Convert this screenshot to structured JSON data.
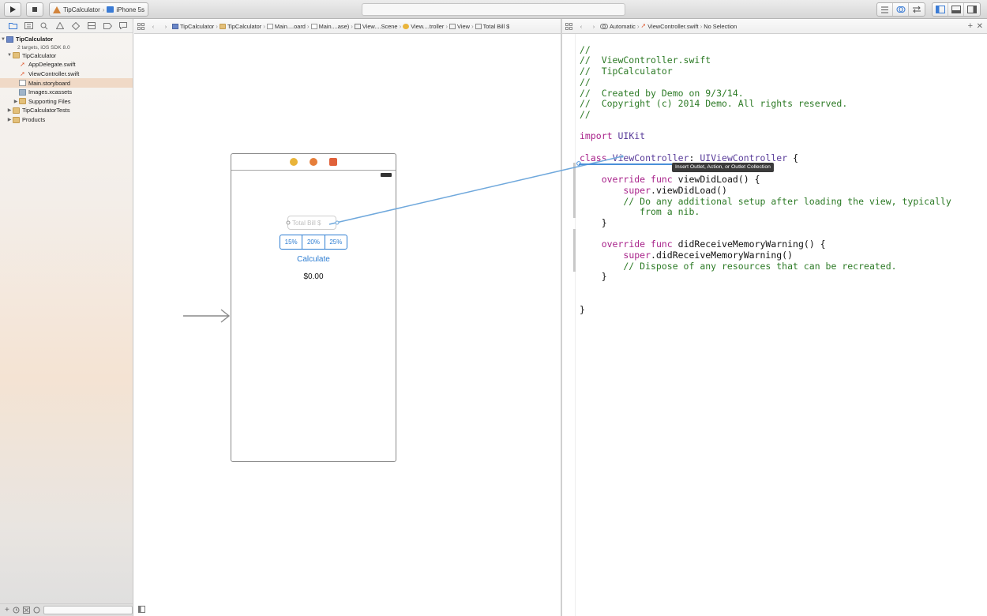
{
  "toolbar": {
    "scheme_app": "TipCalculator",
    "scheme_device": "iPhone 5s"
  },
  "navigator": {
    "project_name": "TipCalculator",
    "project_sub": "2 targets, iOS SDK 8.0",
    "items": [
      {
        "label": "TipCalculator"
      },
      {
        "label": "AppDelegate.swift"
      },
      {
        "label": "ViewController.swift"
      },
      {
        "label": "Main.storyboard"
      },
      {
        "label": "Images.xcassets"
      },
      {
        "label": "Supporting Files"
      },
      {
        "label": "TipCalculatorTests"
      },
      {
        "label": "Products"
      }
    ]
  },
  "jumpbar_left": {
    "crumbs": [
      "TipCalculator",
      "TipCalculator",
      "Main....oard",
      "Main....ase)",
      "View....Scene",
      "View....troller",
      "View",
      "Total Bill $"
    ]
  },
  "jumpbar_right": {
    "mode": "Automatic",
    "file": "ViewController.swift",
    "selection": "No Selection"
  },
  "phone": {
    "textfield_placeholder": "Total Bill $",
    "segments": [
      "15%",
      "20%",
      "25%"
    ],
    "calculate_label": "Calculate",
    "total_label": "$0.00"
  },
  "editor": {
    "lines": [
      "//",
      "//  ViewController.swift",
      "//  TipCalculator",
      "//",
      "//  Created by Demo on 9/3/14.",
      "//  Copyright (c) 2014 Demo. All rights reserved.",
      "//",
      "",
      "import UIKit",
      "",
      "class ViewController: UIViewController {",
      "",
      "    override func viewDidLoad() {",
      "        super.viewDidLoad()",
      "        // Do any additional setup after loading the view, typically",
      "           from a nib.",
      "    }",
      "",
      "    override func didReceiveMemoryWarning() {",
      "        super.didReceiveMemoryWarning()",
      "        // Dispose of any resources that can be recreated.",
      "    }",
      "",
      "",
      "}"
    ],
    "tooltip": "Insert Outlet, Action, or Outlet Collection"
  },
  "colors": {
    "accent": "#2d7dd2",
    "comment": "#2c7a25",
    "keyword": "#a8228a",
    "connection": "#6fa8dc"
  }
}
